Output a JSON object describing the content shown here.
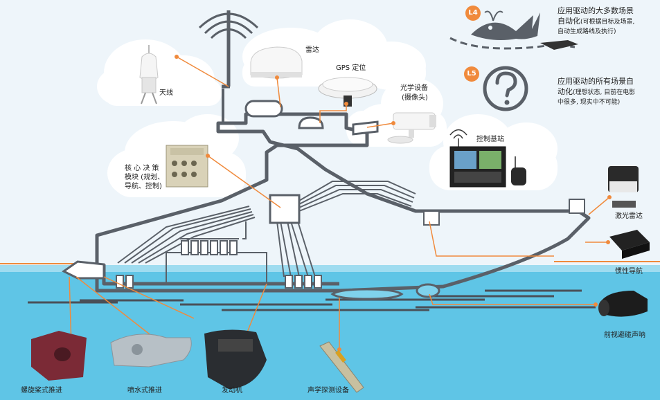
{
  "labels": {
    "antenna": "天线",
    "radar": "雷达",
    "gps": "GPS 定位",
    "optical_line1": "光学设备",
    "optical_line2": "(摄像头)",
    "core_line1": "核 心 决 策",
    "core_line2": "模块 (规划、",
    "core_line3": "导航、控制)",
    "base_station": "控制基站",
    "lidar": "激光雷达",
    "ins": "惯性导航",
    "sonar_front": "前视避碰声呐",
    "propeller": "螺旋桨式推进",
    "waterjet": "喷水式推进",
    "engine": "发动机",
    "acoustic": "声学探测设备"
  },
  "levels": [
    {
      "badge": "L4",
      "line1": "应用驱动的大多数场景",
      "line2": "自动化",
      "line2_note": "(可根据目标及场景,",
      "line3": "自动生成路线及执行)"
    },
    {
      "badge": "L5",
      "line1": "应用驱动的所有场景自",
      "line2": "动化",
      "line2_note": "(理想状态, 目前在电影",
      "line3": "中很多, 现实中不可能)"
    }
  ],
  "colors": {
    "accent": "#f08a3c",
    "water": "#5fc5e6",
    "water_light": "#9fdcf0",
    "hull_outline": "#5a6068",
    "cloud": "#ffffff"
  }
}
